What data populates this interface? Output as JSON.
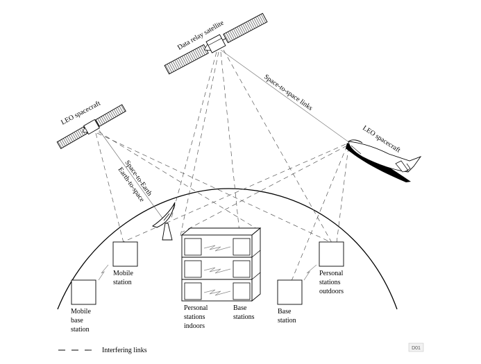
{
  "labels": {
    "data_relay_satellite": "Data relay satellite",
    "leo_left": "LEO spacecraft",
    "leo_right": "LEO spacecraft",
    "space_to_space": "Space-to-space links",
    "space_to_earth": "Space-to-Earth",
    "earth_to_space": "Earth-to-space",
    "mobile_station": [
      "Mobile",
      "station"
    ],
    "mobile_base_station": [
      "Mobile",
      "base",
      "station"
    ],
    "personal_indoors": [
      "Personal",
      "stations",
      "indoors"
    ],
    "base_stations": [
      "Base",
      "stations"
    ],
    "base_station": [
      "Base",
      "station"
    ],
    "personal_outdoors": [
      "Personal",
      "stations",
      "outdoors"
    ],
    "legend": "Interfering links",
    "figure_tag": "D01"
  }
}
